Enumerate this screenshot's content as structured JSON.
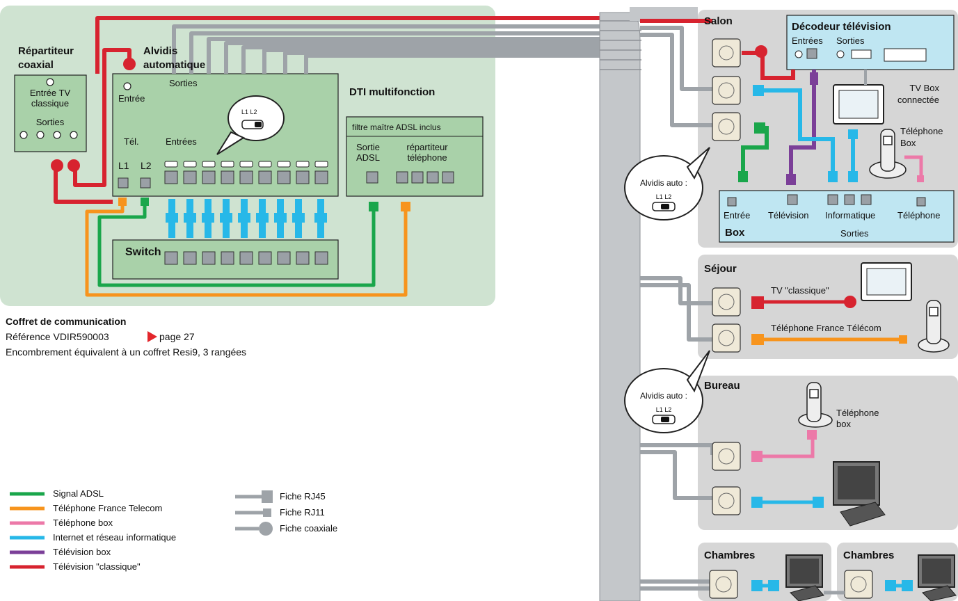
{
  "colors": {
    "cabinet_bg": "#cfe3d1",
    "module_green": "#a9d1a9",
    "room_grey": "#d6d6d6",
    "box_blue": "#bfe6f2",
    "adsl": "#1aa64b",
    "tel_france_telecom": "#f7941d",
    "tel_box": "#ec79a8",
    "internet": "#27b8e8",
    "tv_box": "#7b3f98",
    "tv_classique": "#d7232f",
    "cable_grey": "#9ea3a8"
  },
  "cabinet": {
    "repartiteur": {
      "title": "Répartiteur coaxial",
      "entree": "Entrée TV classique",
      "sorties": "Sorties"
    },
    "alvidis": {
      "title": "Alvidis automatique",
      "entree": "Entrée",
      "sorties": "Sorties",
      "tel": "Tél.",
      "l1": "L1",
      "l2": "L2",
      "entrees": "Entrées",
      "switch_l1": "L1",
      "switch_l2": "L2",
      "port_label": "L1 L2"
    },
    "switch": {
      "title": "Switch"
    },
    "dti": {
      "title": "DTI multifonction",
      "filter": "filtre maître ADSL inclus",
      "sortie": "Sortie ADSL",
      "repartiteur": "répartiteur téléphone"
    }
  },
  "caption": {
    "title": "Coffret de communication",
    "reference": "Référence VDIR590003",
    "page": "page 27",
    "encombrement": "Encombrement équivalent à un coffret Resi9, 3 rangées"
  },
  "legend": {
    "lines": [
      {
        "label": "Signal ADSL",
        "color": "#1aa64b"
      },
      {
        "label": "Téléphone France Telecom",
        "color": "#f7941d"
      },
      {
        "label": "Téléphone box",
        "color": "#ec79a8"
      },
      {
        "label": "Internet et réseau informatique",
        "color": "#27b8e8"
      },
      {
        "label": "Télévision box",
        "color": "#7b3f98"
      },
      {
        "label": "Télévision \"classique\"",
        "color": "#d7232f"
      }
    ],
    "plugs": [
      {
        "label": "Fiche RJ45"
      },
      {
        "label": "Fiche RJ11"
      },
      {
        "label": "Fiche coaxiale"
      }
    ]
  },
  "bubbles": {
    "alvidis_auto_1": "Alvidis auto :",
    "alvidis_auto_2": "Alvidis auto :",
    "switch_label": "L1 L2"
  },
  "rooms": {
    "salon": {
      "title": "Salon",
      "decodeur": {
        "title": "Décodeur télévision",
        "entrees": "Entrées",
        "sorties": "Sorties"
      },
      "tvbox": "TV Box connectée",
      "telephone": "Téléphone Box",
      "box": {
        "entree": "Entrée",
        "television": "Télévision",
        "informatique": "Informatique",
        "telephone": "Téléphone",
        "box": "Box",
        "sorties": "Sorties"
      }
    },
    "sejour": {
      "title": "Séjour",
      "tv": "TV \"classique\"",
      "tel": "Téléphone France Télécom"
    },
    "bureau": {
      "title": "Bureau",
      "tel": "Téléphone box"
    },
    "chambres1": {
      "title": "Chambres"
    },
    "chambres2": {
      "title": "Chambres"
    }
  }
}
